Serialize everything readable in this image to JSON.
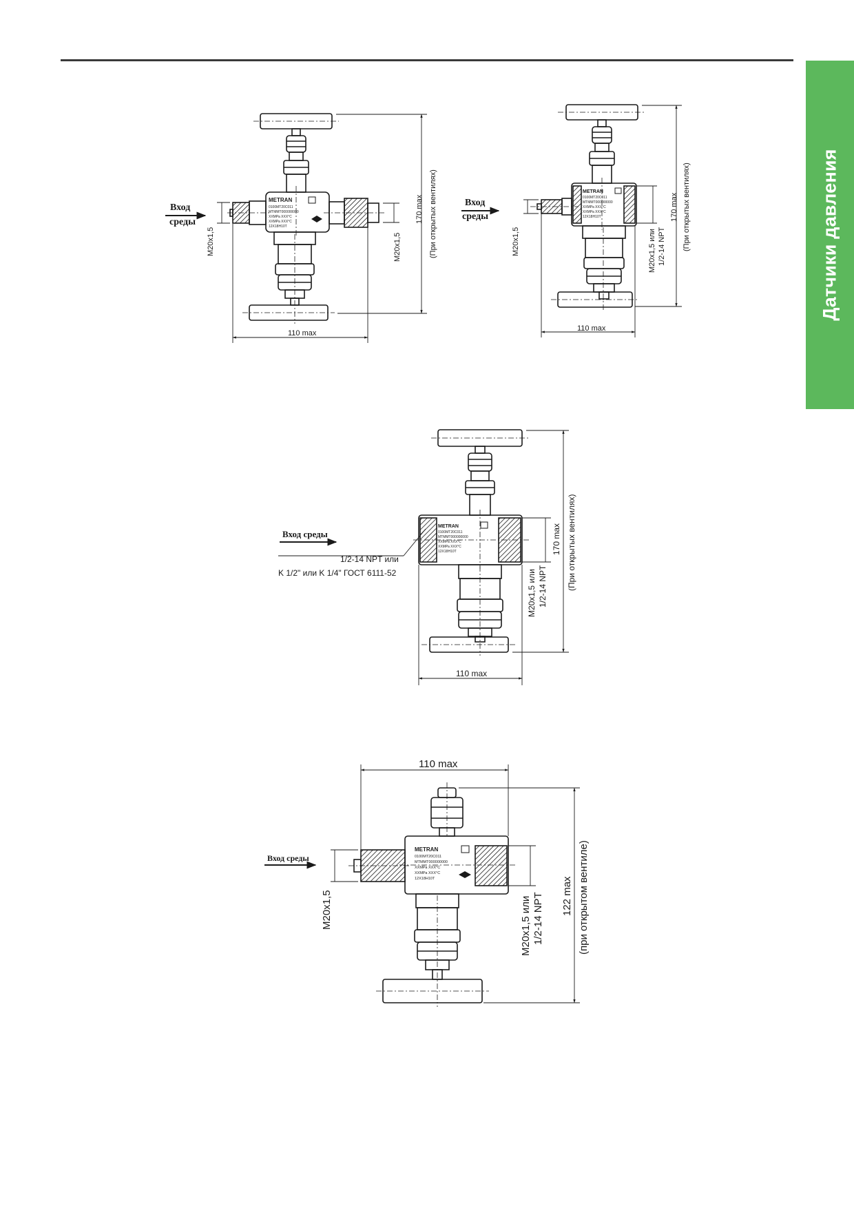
{
  "side_tab": {
    "label": "Датчики давления"
  },
  "colors": {
    "accent": "#5cb85c",
    "ink": "#1a1a1a",
    "rule": "#3a3a3a"
  },
  "drawings": [
    {
      "inlet_label_1": "Вход",
      "inlet_label_2": "среды",
      "dim_left_thread": "M20x1,5",
      "dim_right_thread": "M20x1,5",
      "dim_height": "170 max",
      "dim_height_note": "(При открытых вентилях)",
      "dim_width": "110 max"
    },
    {
      "inlet_label_1": "Вход",
      "inlet_label_2": "среды",
      "dim_left_thread": "M20x1,5",
      "dim_thread_1": "M20x1,5 или",
      "dim_thread_2": "1/2-14 NPT",
      "dim_height": "170 max",
      "dim_height_note": "(При открытых вентилях)",
      "dim_width": "110 max"
    },
    {
      "inlet_label": "Вход среды",
      "port_note_1": "1/2-14 NPT или",
      "port_note_2": "K 1/2\" или K 1/4\" ГОСТ 6111-52",
      "dim_thread_1": "M20x1,5 или",
      "dim_thread_2": "1/2-14 NPT",
      "dim_height": "170 max",
      "dim_height_note": "(При открытых вентилях)",
      "dim_width": "110 max"
    },
    {
      "inlet_label": "Вход среды",
      "dim_left_thread": "M20x1,5",
      "dim_thread_1": "M20x1,5 или",
      "dim_thread_2": "1/2-14 NPT",
      "dim_height": "122 max",
      "dim_height_note": "(при открытом вентиле)",
      "dim_width": "110 max"
    }
  ],
  "nameplate": {
    "brand": "METRAN",
    "lines": [
      "0100МТ20С011",
      "МТММТ000000000",
      "ХХМРа ХХХ°С",
      "ХХМРа ХХХ°С",
      "12Х18Н10Т"
    ]
  }
}
